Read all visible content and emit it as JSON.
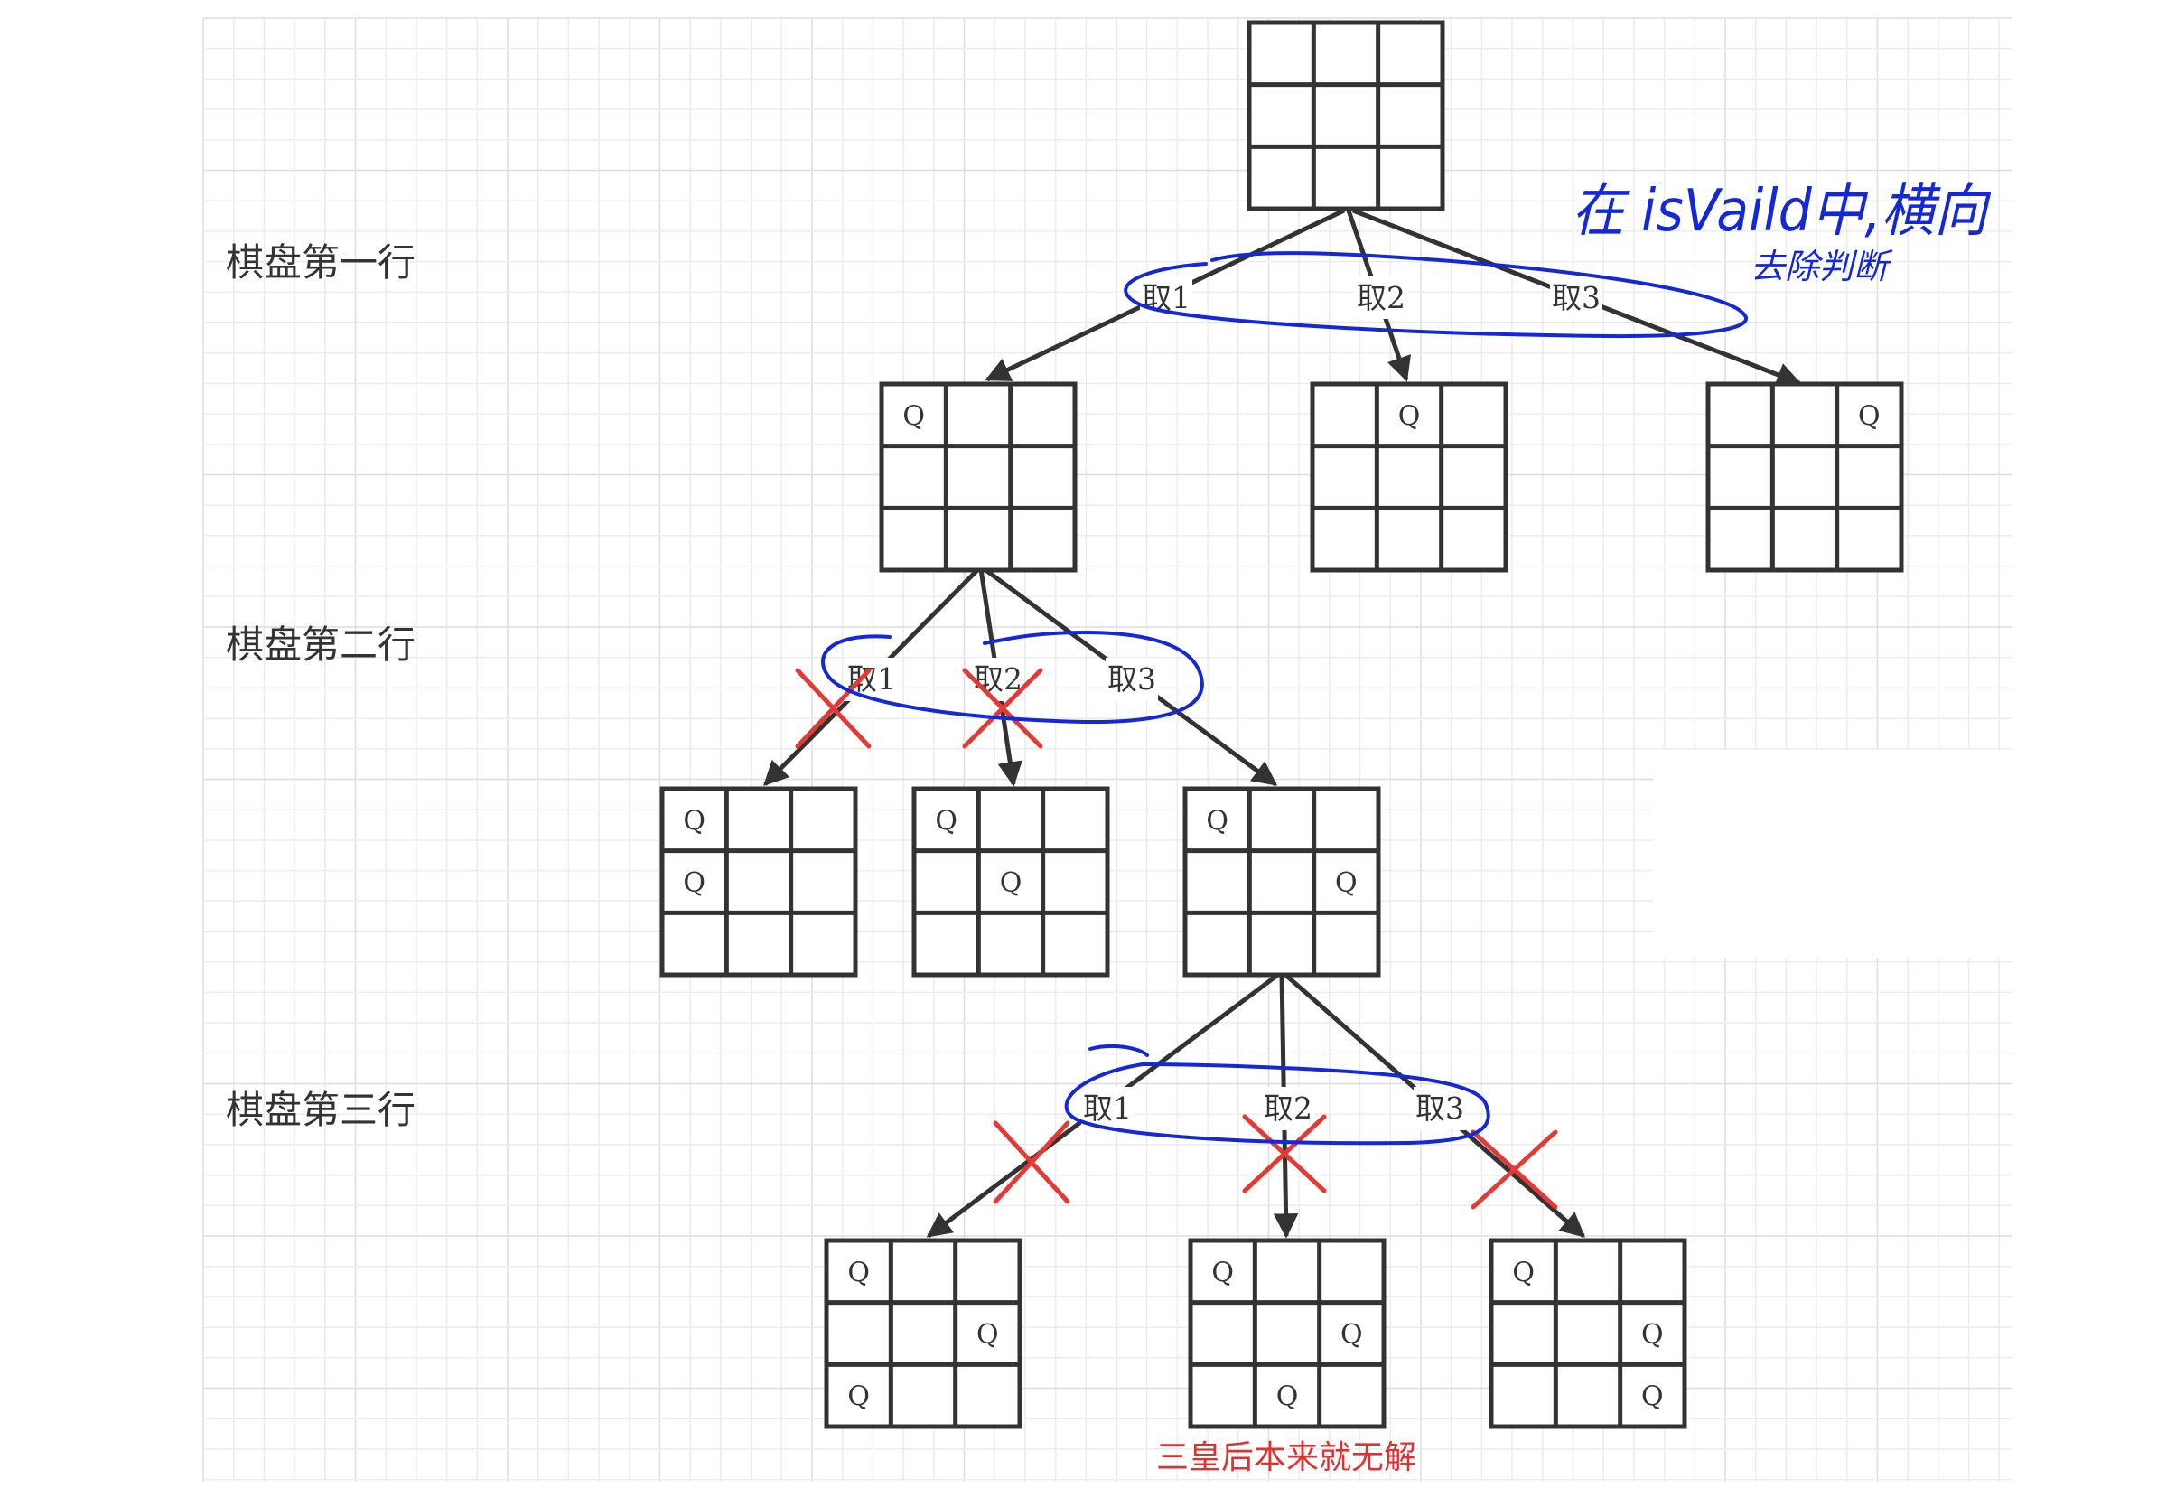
{
  "row_labels": [
    "棋盘第一行",
    "棋盘第二行",
    "棋盘第三行"
  ],
  "edge_labels": [
    "取1",
    "取2",
    "取3"
  ],
  "queen_symbol": "Q",
  "boards": [
    {
      "id": "root",
      "queens": []
    },
    {
      "id": "r1-c1",
      "queens": [
        [
          0,
          0
        ]
      ]
    },
    {
      "id": "r1-c2",
      "queens": [
        [
          0,
          1
        ]
      ]
    },
    {
      "id": "r1-c3",
      "queens": [
        [
          0,
          2
        ]
      ]
    },
    {
      "id": "r2-c1",
      "queens": [
        [
          0,
          0
        ],
        [
          1,
          0
        ]
      ]
    },
    {
      "id": "r2-c2",
      "queens": [
        [
          0,
          0
        ],
        [
          1,
          1
        ]
      ]
    },
    {
      "id": "r2-c3",
      "queens": [
        [
          0,
          0
        ],
        [
          1,
          2
        ]
      ]
    },
    {
      "id": "r3-c1",
      "queens": [
        [
          0,
          0
        ],
        [
          1,
          2
        ],
        [
          2,
          0
        ]
      ]
    },
    {
      "id": "r3-c2",
      "queens": [
        [
          0,
          0
        ],
        [
          1,
          2
        ],
        [
          2,
          1
        ]
      ]
    },
    {
      "id": "r3-c3",
      "queens": [
        [
          0,
          0
        ],
        [
          1,
          2
        ],
        [
          2,
          2
        ]
      ]
    }
  ],
  "edges": [
    {
      "from": "root",
      "to": "r1-c1",
      "label": "取1",
      "rejected": false
    },
    {
      "from": "root",
      "to": "r1-c2",
      "label": "取2",
      "rejected": false
    },
    {
      "from": "root",
      "to": "r1-c3",
      "label": "取3",
      "rejected": false
    },
    {
      "from": "r1-c1",
      "to": "r2-c1",
      "label": "取1",
      "rejected": true
    },
    {
      "from": "r1-c1",
      "to": "r2-c2",
      "label": "取2",
      "rejected": true
    },
    {
      "from": "r1-c1",
      "to": "r2-c3",
      "label": "取3",
      "rejected": false
    },
    {
      "from": "r2-c3",
      "to": "r3-c1",
      "label": "取1",
      "rejected": true
    },
    {
      "from": "r2-c3",
      "to": "r3-c2",
      "label": "取2",
      "rejected": true
    },
    {
      "from": "r2-c3",
      "to": "r3-c3",
      "label": "取3",
      "rejected": true
    }
  ],
  "annotation": {
    "line1": "在 isVaild中,横向",
    "line2": "去除判断"
  },
  "note": "三皇后本来就无解",
  "colors": {
    "grid": "#e8e8e8",
    "board": "#333333",
    "edge": "#333333",
    "cross": "#e53935",
    "handwriting": "#1428d8",
    "note": "#e03030"
  }
}
